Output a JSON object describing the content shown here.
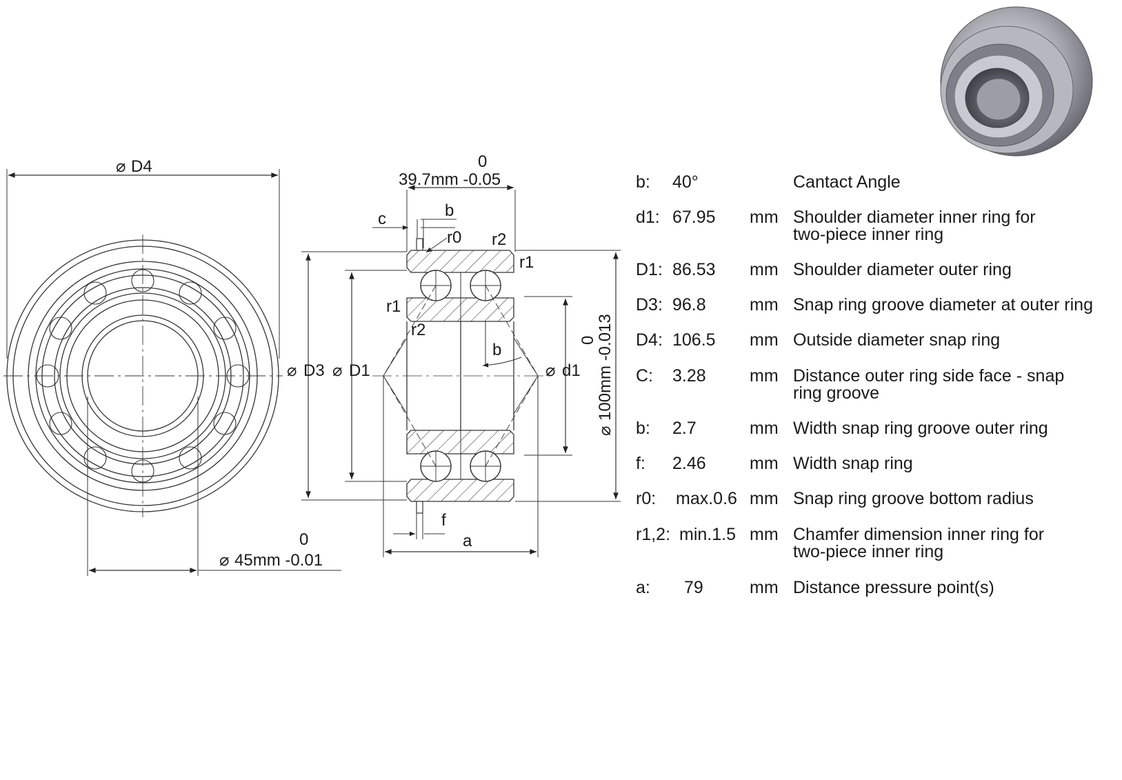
{
  "front_view": {
    "label_d4": "D4",
    "bore_tol_top": "0",
    "bore_label": "45mm -0.01"
  },
  "section_view": {
    "width_tol_top": "0",
    "width_label": "39.7mm -0.05",
    "label_c": "c",
    "label_b": "b",
    "label_r0": "r0",
    "label_r2": "r2",
    "label_r1": "r1",
    "label_b_angle": "b",
    "label_d3": "D3",
    "label_d1_outer": "D1",
    "label_d1_inner": "d1",
    "od_tol_top": "0",
    "od_label": "100mm -0.013",
    "label_f": "f",
    "label_a": "a"
  },
  "specs": [
    {
      "key": "b:",
      "value": "40°",
      "unit": "",
      "desc1": "Cantact Angle",
      "desc2": ""
    },
    {
      "key": "d1:",
      "value": "67.95",
      "unit": "mm",
      "desc1": "Shoulder diameter inner ring for",
      "desc2": " two-piece inner ring"
    },
    {
      "key": "D1:",
      "value": "86.53",
      "unit": "mm",
      "desc1": "Shoulder diameter outer ring",
      "desc2": ""
    },
    {
      "key": "D3:",
      "value": "96.8",
      "unit": "mm",
      "desc1": "Snap ring groove diameter at outer ring",
      "desc2": ""
    },
    {
      "key": "D4:",
      "value": "106.5",
      "unit": "mm",
      "desc1": "Outside diameter snap ring",
      "desc2": ""
    },
    {
      "key": "C:",
      "value": "3.28",
      "unit": "mm",
      "desc1": "Distance outer ring side face - snap",
      "desc2": "ring groove"
    },
    {
      "key": "b:",
      "value": "2.7",
      "unit": "mm",
      "desc1": "Width snap ring groove outer ring",
      "desc2": ""
    },
    {
      "key": "f:",
      "value": "2.46",
      "unit": "mm",
      "desc1": "Width snap ring",
      "desc2": ""
    },
    {
      "key": "r0:",
      "value": "max.0.6",
      "unit": "mm",
      "desc1": "Snap ring groove bottom radius",
      "desc2": ""
    },
    {
      "key": "r1,2:",
      "value": "min.1.5",
      "unit": "mm",
      "desc1": "Chamfer dimension inner ring for",
      "desc2": "two-piece inner ring"
    },
    {
      "key": "a:",
      "value": "79",
      "unit": "mm",
      "desc1": "Distance pressure point(s)",
      "desc2": ""
    }
  ]
}
